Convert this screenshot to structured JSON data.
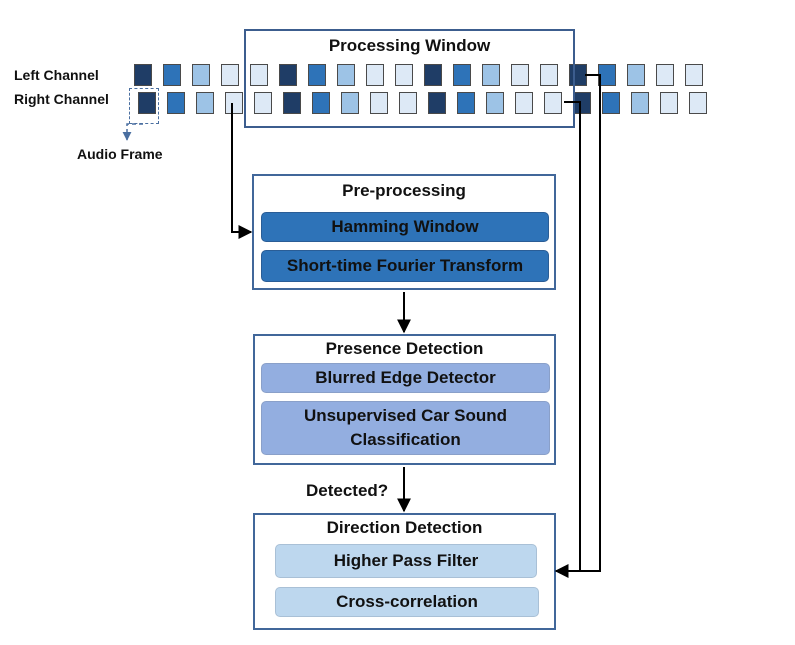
{
  "labels": {
    "left_channel": "Left Channel",
    "right_channel": "Right Channel",
    "audio_frame": "Audio Frame",
    "processing_window": "Processing Window",
    "detected": "Detected?"
  },
  "colors": {
    "frame_dark": "#1f3d66",
    "frame_mid": "#2e73b8",
    "frame_light": "#9dc3e6",
    "frame_pale": "#dde9f6",
    "window_border": "#3c5d8e",
    "box_border": "#41679a"
  },
  "frames": {
    "left": [
      "dark",
      "mid",
      "light",
      "pale",
      "pale",
      "dark",
      "mid",
      "light",
      "pale",
      "pale",
      "dark",
      "mid",
      "light",
      "pale",
      "pale",
      "dark",
      "mid",
      "light",
      "pale",
      "pale"
    ],
    "right": [
      "dark",
      "mid",
      "light",
      "pale",
      "pale",
      "dark",
      "mid",
      "light",
      "pale",
      "pale",
      "dark",
      "mid",
      "light",
      "pale",
      "pale",
      "dark",
      "mid",
      "light",
      "pale",
      "pale"
    ]
  },
  "preprocessing": {
    "title": "Pre-processing",
    "steps": [
      "Hamming Window",
      "Short-time Fourier Transform"
    ]
  },
  "presence": {
    "title": "Presence Detection",
    "steps": [
      "Blurred Edge Detector",
      "Unsupervised Car Sound Classification"
    ]
  },
  "direction": {
    "title": "Direction Detection",
    "steps": [
      "Higher Pass Filter",
      "Cross-correlation"
    ]
  }
}
